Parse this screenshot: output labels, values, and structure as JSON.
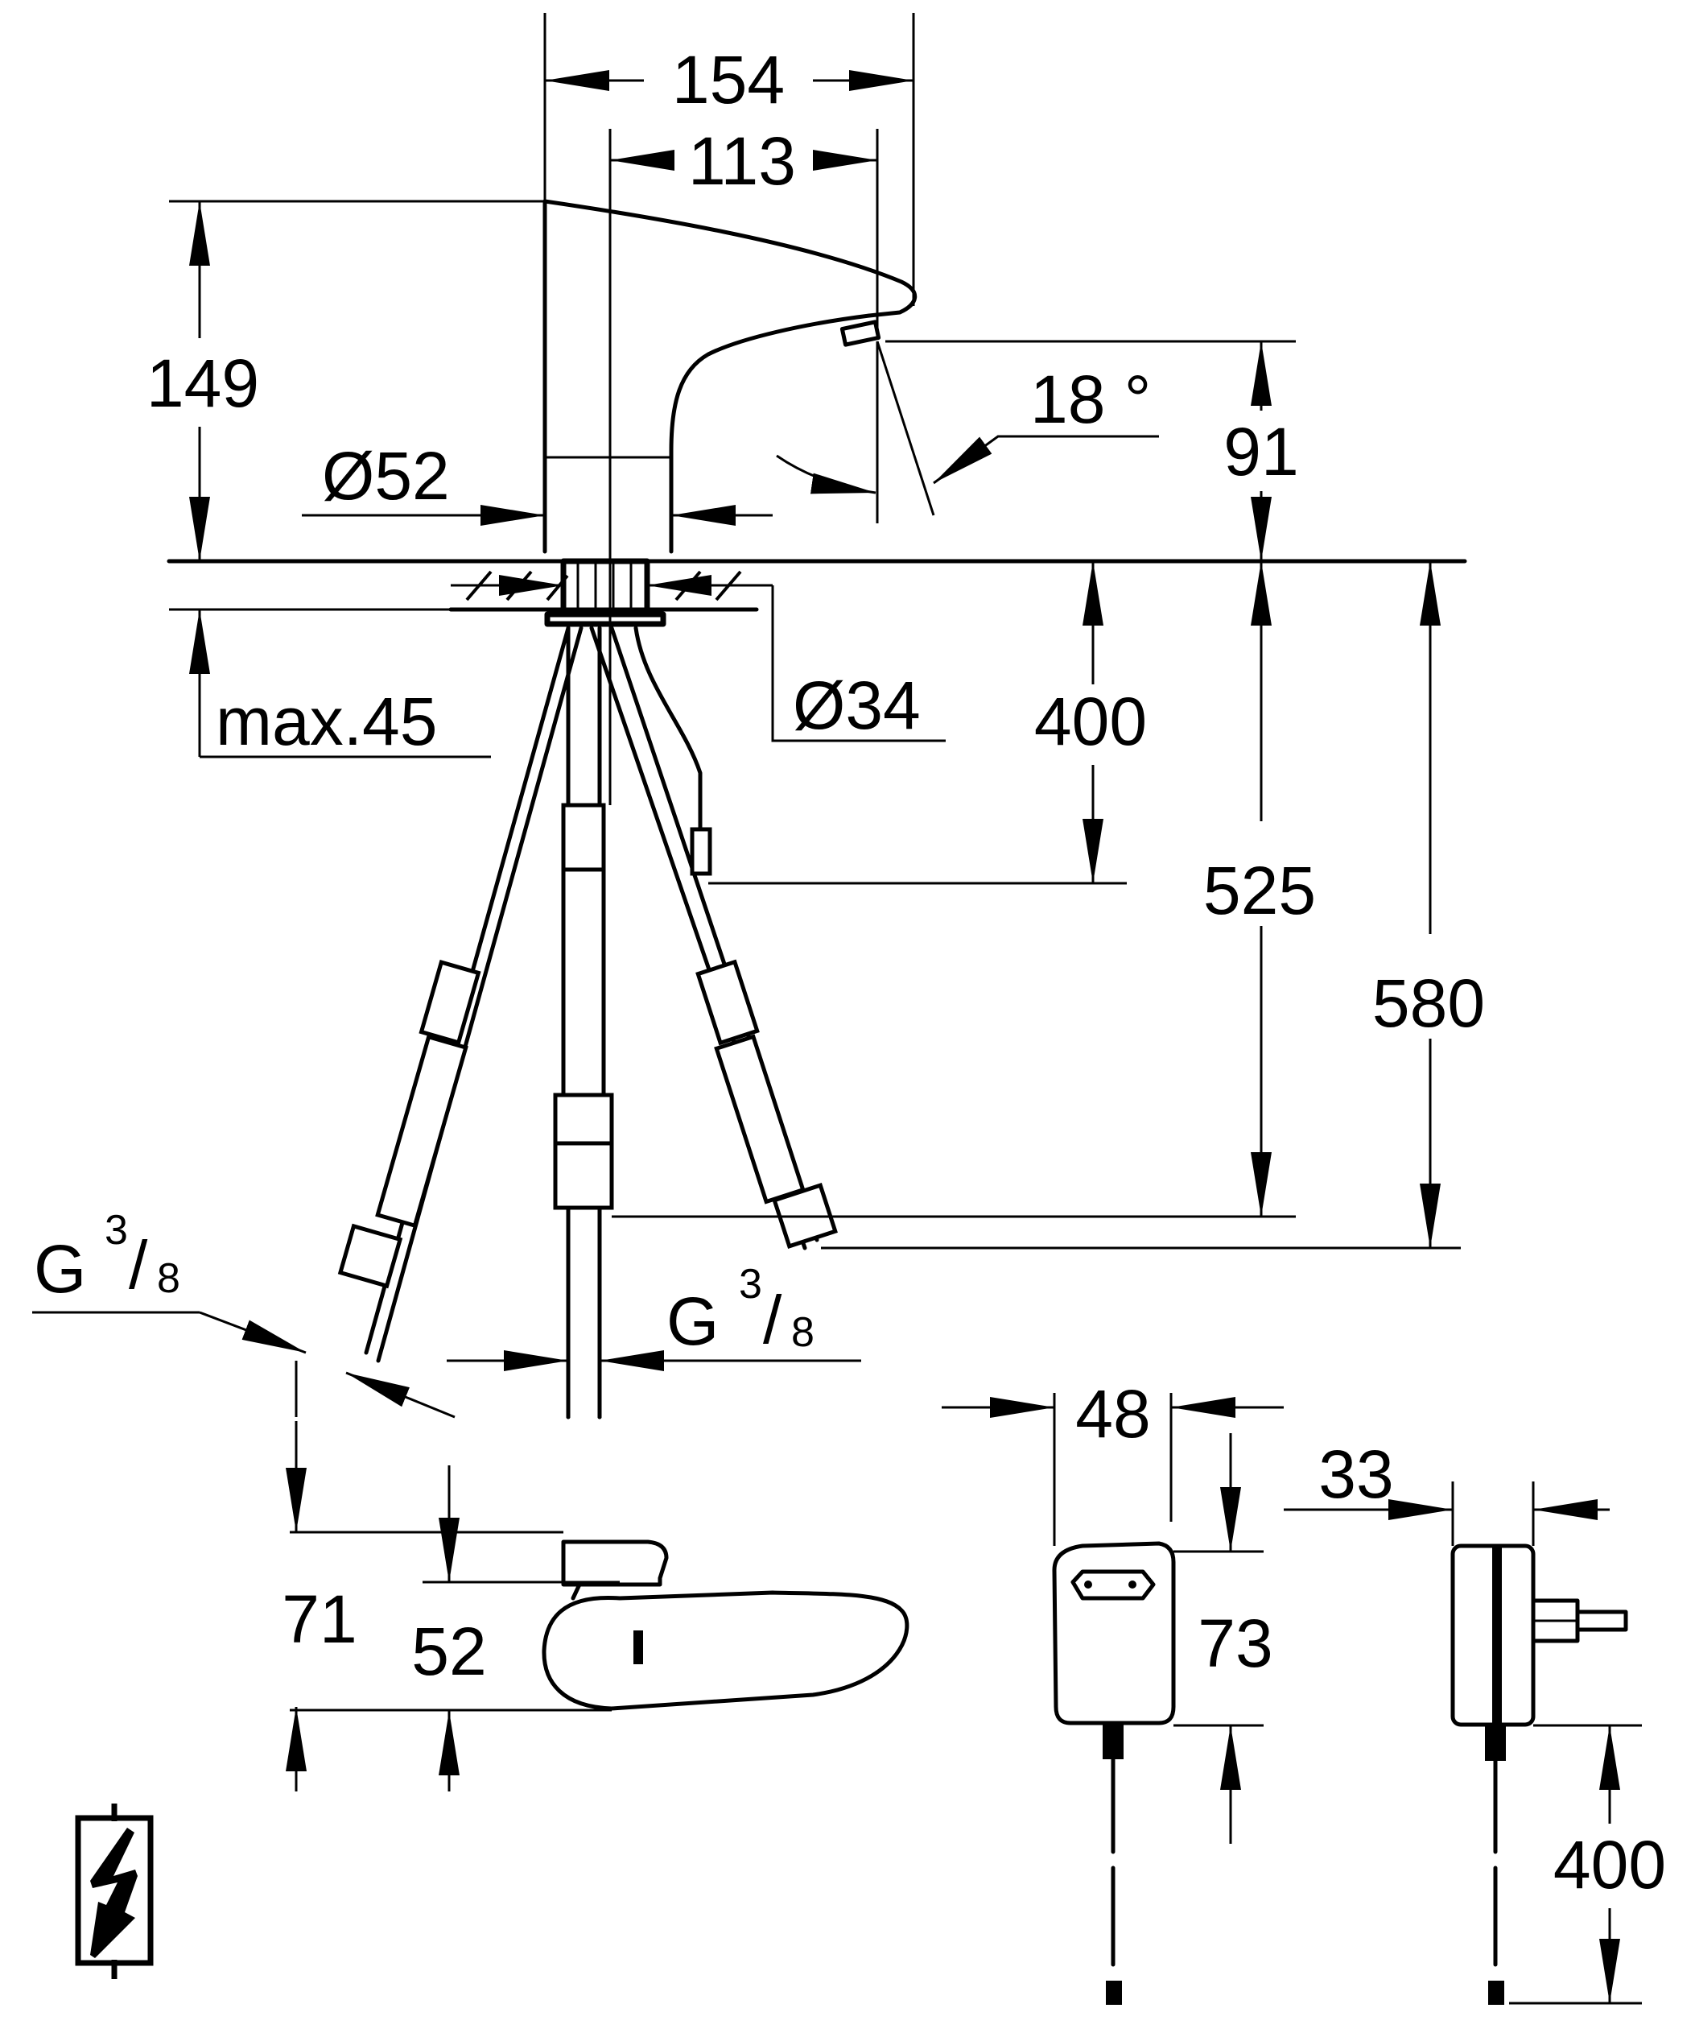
{
  "title": "Electronic basin mixer – dimension drawing",
  "dimensions": {
    "overall_width": "154",
    "spout_projection": "113",
    "height": "149",
    "outlet_height": "91",
    "spray_angle": "18 °",
    "body_diameter": "Ø52",
    "shank_diameter": "Ø34",
    "max_deck_thickness": "max.45",
    "cable_length": "400",
    "hose_length_center": "525",
    "hose_length_sides": "580",
    "thread_left": {
      "base": "G",
      "num": "3",
      "sep": "/",
      "den": "8"
    },
    "thread_center": {
      "base": "G",
      "num": "3",
      "sep": "/",
      "den": "8"
    },
    "top_view_length": "71",
    "top_view_width": "52",
    "adapter_width": "48",
    "adapter_height": "73",
    "adapter_depth": "33",
    "adapter_cable_length": "400"
  },
  "symbols": {
    "electrical": "lightning-bolt-icon"
  },
  "colors": {
    "line": "#000000",
    "background": "#ffffff"
  }
}
